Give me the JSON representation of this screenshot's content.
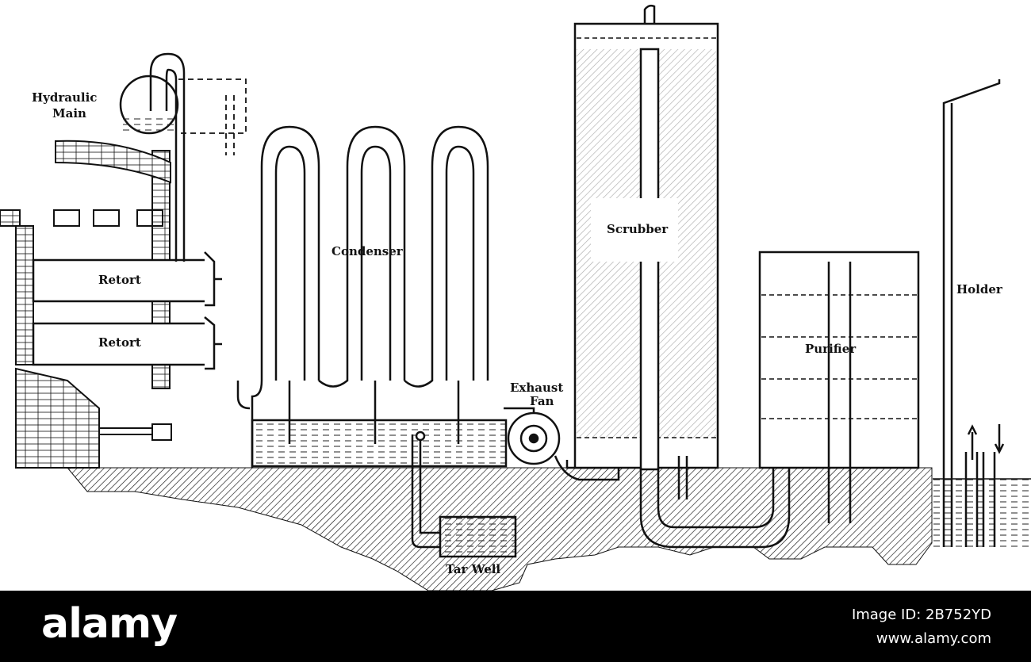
{
  "labels": {
    "hydraulic_main_1": "Hydraulic",
    "hydraulic_main_2": "Main",
    "retort_top": "Retort",
    "retort_bottom": "Retort",
    "condenser": "Condenser",
    "exhaust_fan_1": "Exhaust",
    "exhaust_fan_2": "Fan",
    "scrubber": "Scrubber",
    "purifier": "Purifier",
    "holder": "Holder",
    "tar_well": "Tar Well"
  },
  "watermark": {
    "logo": "alamy",
    "image_id": "Image ID: 2B752YD",
    "site": "www.alamy.com"
  },
  "colors": {
    "ink": "#111111",
    "background": "#ffffff",
    "footer": "#000000"
  }
}
